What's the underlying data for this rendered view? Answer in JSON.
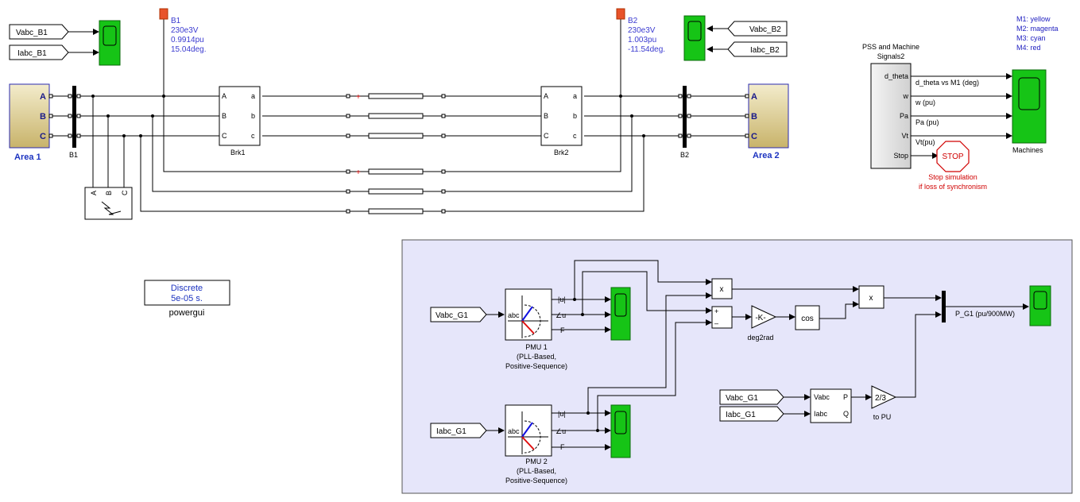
{
  "goto_tags": {
    "vabc_b1": "Vabc_B1",
    "iabc_b1": "Iabc_B1",
    "vabc_b2": "Vabc_B2",
    "iabc_b2": "Iabc_B2",
    "vabc_g1_pmu1": "Vabc_G1",
    "iabc_g1_pmu2": "Iabc_G1",
    "vabc_g1_p": "Vabc_G1",
    "iabc_g1_p": "Iabc_G1"
  },
  "bus_b1": {
    "name": "B1",
    "line1": "230e3V",
    "line2": "0.9914pu",
    "line3": "15.04deg."
  },
  "bus_b2": {
    "name": "B2",
    "line1": "230e3V",
    "line2": "1.003pu",
    "line3": "-11.54deg."
  },
  "legend": {
    "m1": "M1: yellow",
    "m2": "M2: magenta",
    "m3": "M3: cyan",
    "m4": "M4: red"
  },
  "areas": {
    "area1": "Area 1",
    "area2": "Area 2"
  },
  "phases": {
    "a": "A",
    "b": "B",
    "c": "C",
    "la": "a",
    "lb": "b",
    "lc": "c"
  },
  "breakers": {
    "brk1": "Brk1",
    "brk2": "Brk2"
  },
  "buses": {
    "b1": "B1",
    "b2": "B2"
  },
  "pss": {
    "title1": "PSS and Machine",
    "title2": "Signals2",
    "ports": [
      "d_theta",
      "w",
      "Pa",
      "Vt",
      "Stop"
    ],
    "signals": [
      "d_theta vs M1 (deg)",
      "w (pu)",
      "Pa (pu)",
      "Vt(pu)"
    ],
    "scope_label": "Machines"
  },
  "stop": {
    "label": "STOP",
    "note1": "Stop simulation",
    "note2": "if loss of synchronism"
  },
  "powergui": {
    "line1": "Discrete",
    "line2": "5e-05 s.",
    "label": "powergui"
  },
  "pmu1": {
    "in": "abc",
    "out_mag": "|u|",
    "out_ang": "∠u",
    "out_f": "F",
    "label1": "PMU 1",
    "label2": "(PLL-Based,",
    "label3": "Positive-Sequence)"
  },
  "pmu2": {
    "in": "abc",
    "out_mag": "|u|",
    "out_ang": "∠u",
    "out_f": "F",
    "label1": "PMU 2",
    "label2": "(PLL-Based,",
    "label3": "Positive-Sequence)"
  },
  "math": {
    "product1": "x",
    "product2": "x",
    "sum_plus": "+",
    "sum_minus": "–",
    "gain": "-K-",
    "gain_label": "deg2rad",
    "cos": "cos",
    "pq_in1": "Vabc",
    "pq_in2": "Iabc",
    "pq_out1": "P",
    "pq_out2": "Q",
    "topu": "2/3",
    "topu_label": "to PU",
    "signal_label": "P_G1  (pu/900MW)"
  }
}
